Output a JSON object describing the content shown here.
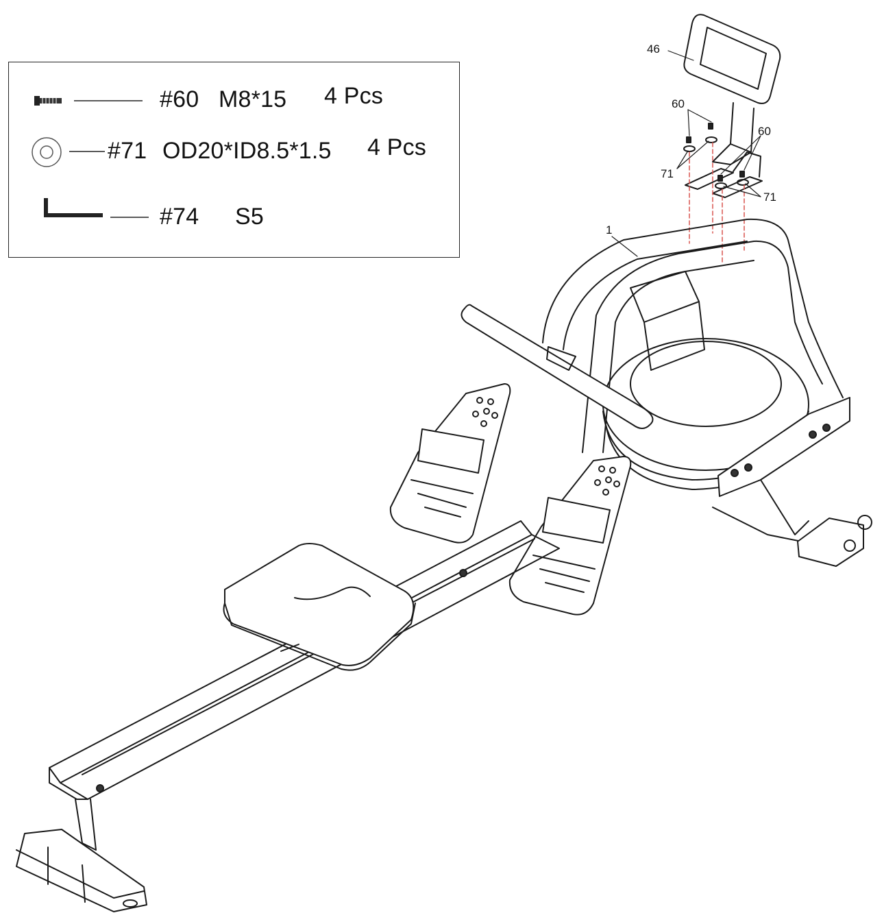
{
  "parts_list": {
    "items": [
      {
        "icon": "bolt-icon",
        "number": "#60",
        "spec": "M8*15",
        "qty": "4 Pcs"
      },
      {
        "icon": "washer-icon",
        "number": "#71",
        "spec": "OD20*ID8.5*1.5",
        "qty": "4 Pcs"
      },
      {
        "icon": "allen-key-icon",
        "number": "#74",
        "spec": "S5",
        "qty": ""
      }
    ]
  },
  "callouts": {
    "console": "46",
    "bolt_left": "60",
    "bolt_right": "60",
    "washer_left": "71",
    "washer_right": "71",
    "main_frame": "1"
  },
  "colors": {
    "line": "#1a1a1a",
    "assembly_guide": "#d9534f"
  }
}
